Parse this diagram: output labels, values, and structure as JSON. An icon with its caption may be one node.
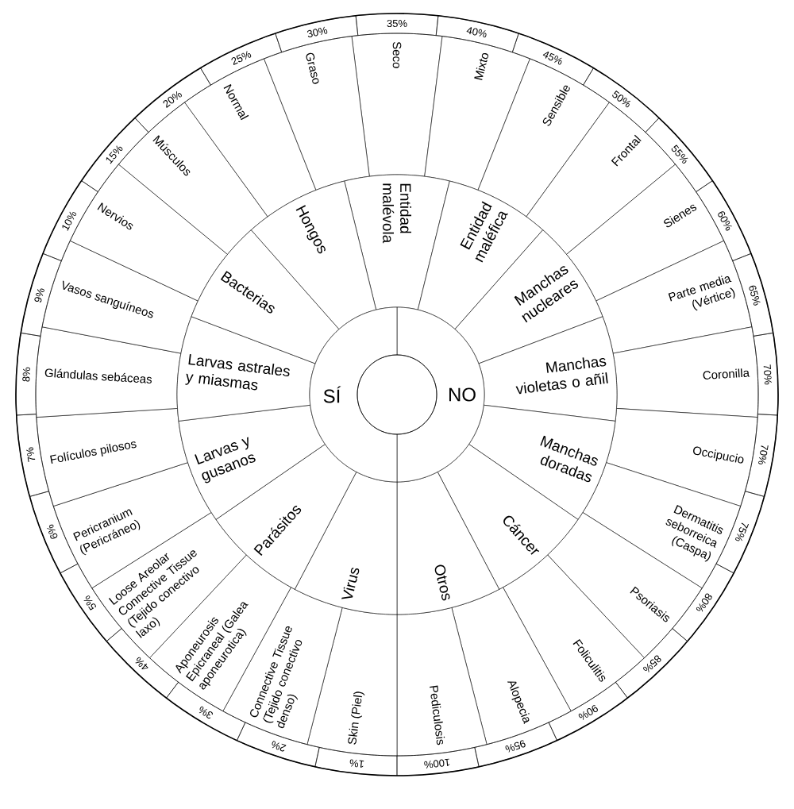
{
  "diagram": {
    "nodes": [
      {
        "text": [
          "Seco"
        ]
      },
      {
        "text": [
          "Mixto"
        ]
      },
      {
        "text": [
          "Sensible"
        ]
      },
      {
        "text": [
          "Frontal"
        ]
      },
      {
        "text": [
          "Sienes"
        ]
      },
      {
        "text": [
          "Parte media (Vértice)"
        ]
      },
      {
        "text": [
          "Coronilla"
        ]
      },
      {
        "text": [
          "Occipucio"
        ]
      },
      {
        "text": [
          "Dermatitis seborreica (Caspa)"
        ]
      },
      {
        "text": [
          "Psoriasis"
        ]
      },
      {
        "text": [
          "Foliculitis"
        ]
      },
      {
        "text": [
          "Alopecia"
        ]
      },
      {
        "text": [
          "Pediculosis"
        ]
      },
      {
        "text": [
          "Skin (Piel)"
        ]
      },
      {
        "text": [
          "Connective Tissue (Tejido conectivo denso)"
        ]
      },
      {
        "text": [
          "Aponeurosis Epicraneal (Galea aponeurotica)"
        ]
      },
      {
        "text": [
          "Loose Areolar Connective Tissue (Tejido conectivo laxo)"
        ]
      },
      {
        "text": [
          "Pericranium (Pericráneo)"
        ]
      },
      {
        "text": [
          "Folículos pilosos"
        ]
      },
      {
        "text": [
          "Glándulas sebáceas"
        ]
      },
      {
        "text": [
          "Vasos sanguíneos"
        ]
      },
      {
        "text": [
          "Nervios"
        ]
      },
      {
        "text": [
          "Músculos"
        ]
      },
      {
        "text": [
          "Normal"
        ]
      },
      {
        "text": [
          "Graso"
        ]
      },
      {
        "text": [
          "Entidad malévola"
        ]
      },
      {
        "text": [
          "Entidad maléfica"
        ]
      },
      {
        "text": [
          "Manchas nucleares"
        ]
      },
      {
        "text": [
          "Manchas violetas o añil"
        ]
      },
      {
        "text": [
          "Manchas doradas"
        ]
      },
      {
        "text": [
          "Cáncer"
        ]
      },
      {
        "text": [
          "Otros"
        ]
      },
      {
        "text": [
          "Virus"
        ]
      },
      {
        "text": [
          "Parásitos"
        ]
      },
      {
        "text": [
          "Larvas y gusanos"
        ]
      },
      {
        "text": [
          "Larvas astrales y miasmas"
        ]
      },
      {
        "text": [
          "Bacterias"
        ]
      },
      {
        "text": [
          "Hongos"
        ]
      },
      {
        "text": [
          "NO"
        ]
      },
      {
        "text": [
          "SÍ"
        ]
      },
      {
        "text": [],
        "shape": "circle"
      }
    ],
    "labels": [
      "35%",
      "40%",
      "45%",
      "50%",
      "55%",
      "60%",
      "65%",
      "70%",
      "70%",
      "75%",
      "80%",
      "85%",
      "90%",
      "95%",
      "100%",
      "1%",
      "2%",
      "3%",
      "4%",
      "5%",
      "6%",
      "7%",
      "8%",
      "9%",
      "10%",
      "15%",
      "20%",
      "25%",
      "30%"
    ]
  }
}
